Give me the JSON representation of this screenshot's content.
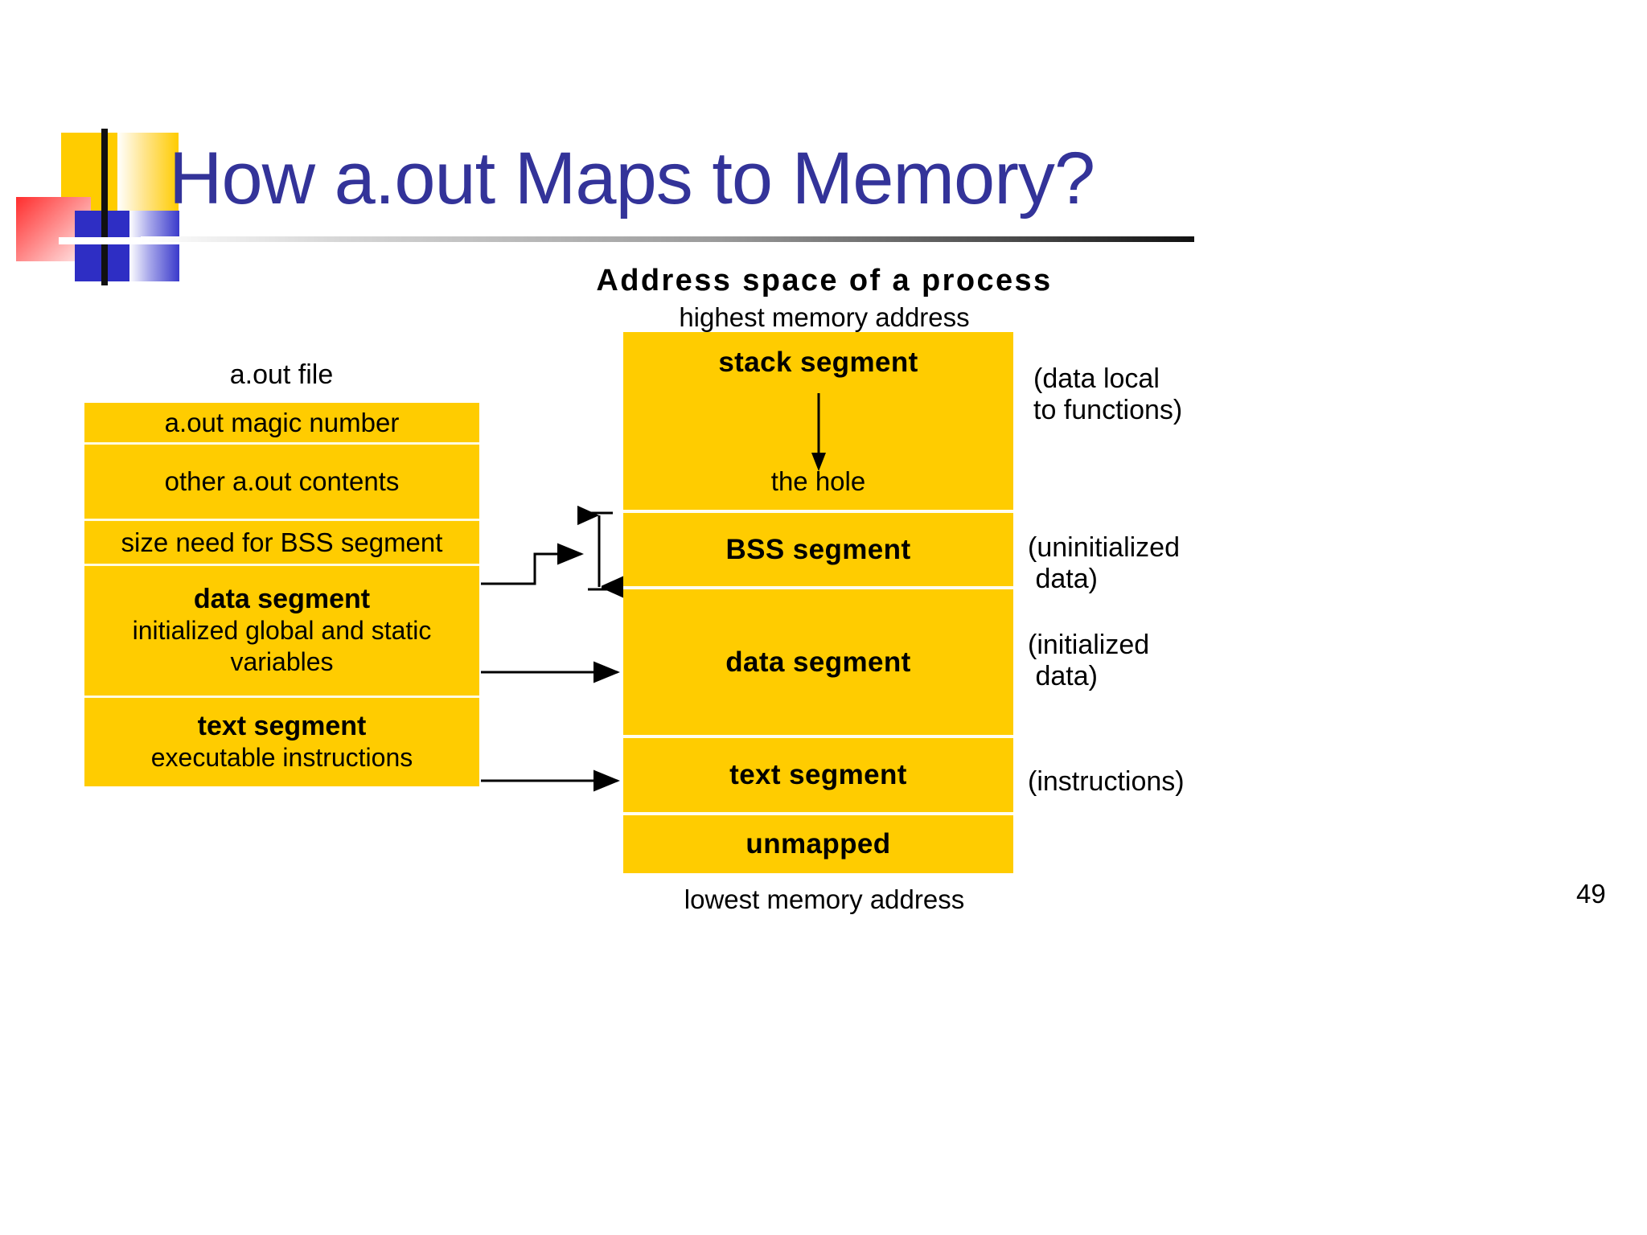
{
  "slide": {
    "title": "How a.out Maps to Memory?",
    "page_number": "49",
    "title_color": "#333399",
    "block_color": "#FFCC00"
  },
  "aout_diagram": {
    "caption": "a.out file",
    "rows": [
      {
        "title": "a.out magic number",
        "bold": false,
        "sub": ""
      },
      {
        "title": "other a.out contents",
        "bold": false,
        "sub": ""
      },
      {
        "title": "size need for BSS segment",
        "bold": false,
        "sub": ""
      },
      {
        "title": "data segment",
        "bold": true,
        "sub": "initialized global and\nstatic variables"
      },
      {
        "title": "text segment",
        "bold": true,
        "sub": "executable instructions"
      }
    ]
  },
  "memory_diagram": {
    "heading": "Address space of a process",
    "top_label": "highest memory address",
    "bottom_label": "lowest memory address",
    "hole_label": "the hole",
    "rows": [
      {
        "label": "stack segment"
      },
      {
        "label": "BSS segment"
      },
      {
        "label": "data segment"
      },
      {
        "label": "text segment"
      },
      {
        "label": "unmapped"
      }
    ],
    "annotations": [
      {
        "text": "(data local\nto functions)"
      },
      {
        "text": "(uninitialized\n data)"
      },
      {
        "text": "(initialized\n data)"
      },
      {
        "text": "(instructions)"
      }
    ]
  },
  "icons": {
    "stack_growth": "arrow-down-icon",
    "bss_mapping": "elbow-arrow-right-icon",
    "bss_extent": "double-headed-vertical-arrow-icon",
    "data_mapping": "arrow-right-icon",
    "text_mapping": "arrow-right-icon"
  }
}
